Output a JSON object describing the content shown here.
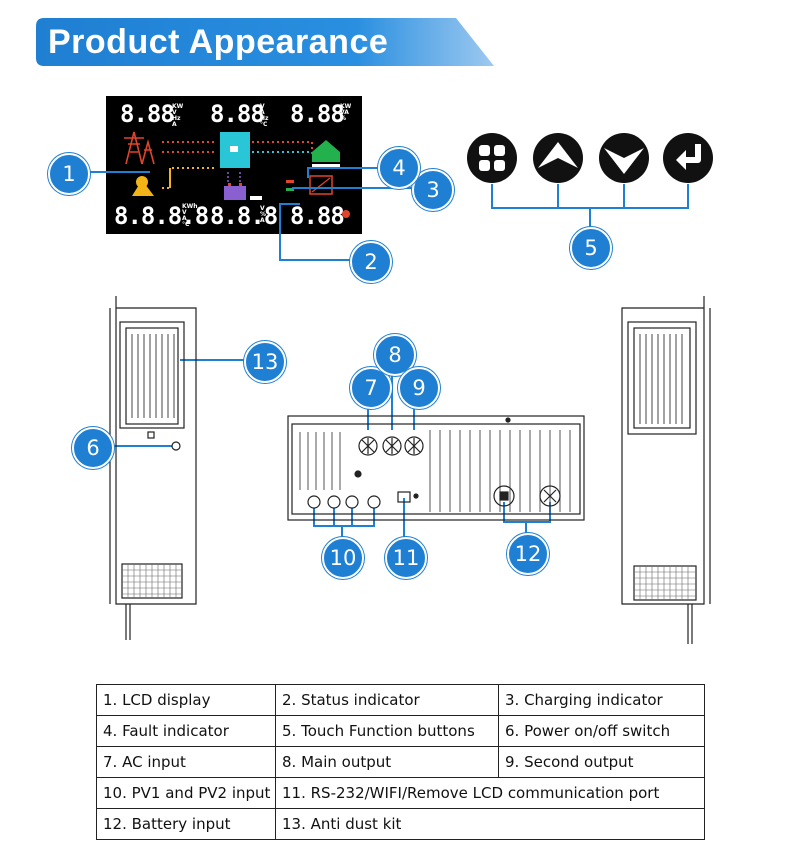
{
  "header": {
    "title": "Product Appearance",
    "banner_color": "#1f7fd2"
  },
  "lcd_display": {
    "top_readouts": [
      "8.88",
      "8.88",
      "8.88"
    ],
    "top_units": [
      [
        "KW",
        "V",
        "Hz",
        "A"
      ],
      [
        "V",
        "A",
        "Hz",
        "°C"
      ],
      [
        "KW",
        "VA",
        "%"
      ]
    ],
    "bottom_readouts": [
      "8.8.8.8",
      "8.8.8",
      "8.88"
    ],
    "bottom_units": [
      [
        "KWh",
        "V",
        "A",
        "°C"
      ],
      [
        "V",
        "%",
        "A"
      ]
    ],
    "icons": [
      "grid-tower-icon",
      "solar-panel-icon",
      "inverter-icon",
      "home-icon",
      "battery-icon",
      "fault-icon"
    ]
  },
  "touch_buttons": [
    "menu-icon",
    "up-arrow-icon",
    "down-arrow-icon",
    "enter-icon"
  ],
  "callouts": [
    "1",
    "2",
    "3",
    "4",
    "5",
    "6",
    "7",
    "8",
    "9",
    "10",
    "11",
    "12",
    "13"
  ],
  "legend": {
    "rows": [
      [
        "1. LCD display",
        "2. Status indicator",
        "3. Charging indicator"
      ],
      [
        "4. Fault indicator",
        "5. Touch Function buttons",
        "6. Power on/off switch"
      ],
      [
        "7. AC input",
        "8. Main output",
        "9. Second output"
      ],
      [
        "10. PV1 and PV2 input",
        "11. RS-232/WIFI/Remove LCD communication port"
      ],
      [
        "12. Battery input",
        "13. Anti dust kit"
      ]
    ]
  },
  "colors": {
    "callout": "#1f7fd2",
    "line": "#1f7fd2",
    "lcd_background": "#000000"
  }
}
